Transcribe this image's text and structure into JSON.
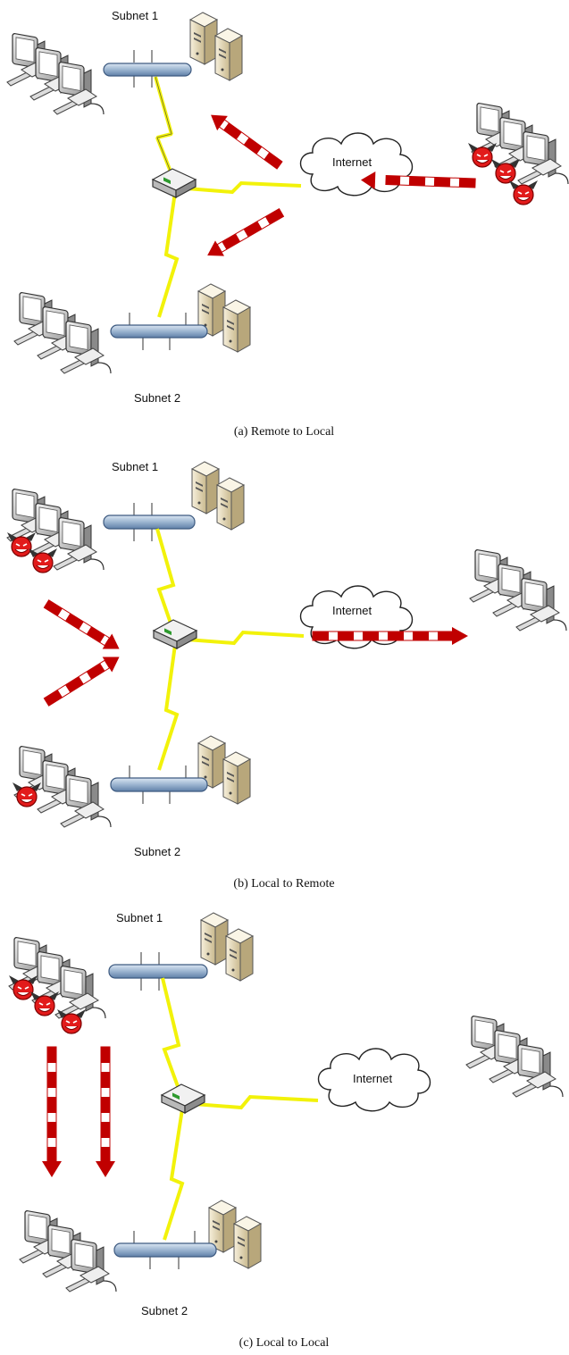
{
  "panels": [
    {
      "subnet1_label": "Subnet 1",
      "subnet2_label": "Subnet 2",
      "internet_label": "Internet",
      "caption": "(a) Remote to Local",
      "scenario": "remote-to-local"
    },
    {
      "subnet1_label": "Subnet 1",
      "subnet2_label": "Subnet 2",
      "internet_label": "Internet",
      "caption": "(b) Local to Remote",
      "scenario": "local-to-remote"
    },
    {
      "subnet1_label": "Subnet 1",
      "subnet2_label": "Subnet 2",
      "internet_label": "Internet",
      "caption": "(c) Local to Local",
      "scenario": "local-to-local"
    }
  ],
  "colors": {
    "attack_arrow": "#c00000",
    "network_bus": "#9bb4d0",
    "wireless_link": "#f2f20a",
    "server": "#e6dcc0",
    "attacker_badge": "#e21b1b"
  },
  "icons": [
    "workstation-icon",
    "server-icon",
    "router-icon",
    "cloud-icon",
    "attacker-devil-icon",
    "attack-arrow-icon",
    "network-bus-icon",
    "lightning-link-icon"
  ]
}
